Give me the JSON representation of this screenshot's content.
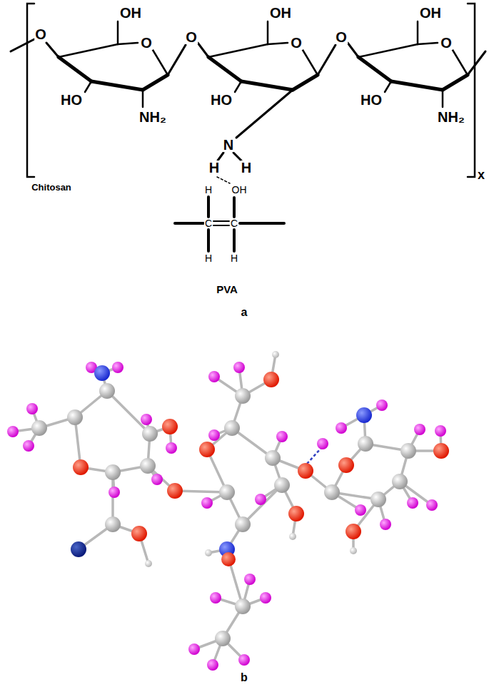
{
  "diagram": {
    "labels": [
      "OH",
      "OH",
      "OH",
      "O",
      "O",
      "O",
      "O",
      "O",
      "O",
      "HO",
      "NH₂",
      "HO",
      "N",
      "H",
      "H",
      "HO",
      "NH₂",
      "x",
      "Chitosan",
      "H",
      "OH",
      "C",
      "C",
      "H",
      "H",
      "PVA",
      "a",
      "b"
    ]
  }
}
